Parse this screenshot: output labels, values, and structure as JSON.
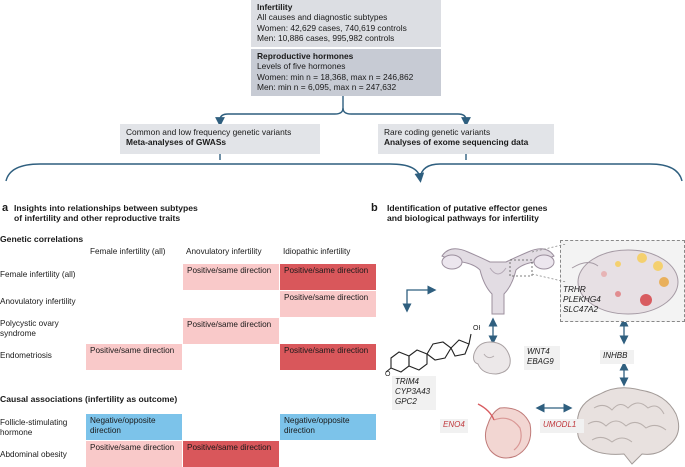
{
  "top": {
    "infertility": {
      "title": "Infertility",
      "line1": "All causes and diagnostic subtypes",
      "line2": "Women: 42,629 cases, 740,619 controls",
      "line3": "Men: 10,886 cases, 995,982 controls"
    },
    "hormones": {
      "title": "Reproductive hormones",
      "line1": "Levels of five hormones",
      "line2": "Women: min n = 18,368, max n = 246,862",
      "line3": "Men: min n = 6,095, max n = 247,632"
    }
  },
  "methods": {
    "left": {
      "line1": "Common and low frequency genetic variants",
      "line2": "Meta-analyses of GWASs"
    },
    "right": {
      "line1": "Rare coding genetic variants",
      "line2": "Analyses of exome sequencing data"
    }
  },
  "panel_a": {
    "letter": "a",
    "title_line1": "Insights into relationships between subtypes",
    "title_line2": "of infertility and other reproductive traits",
    "genetic_correlations": {
      "heading": "Genetic correlations",
      "columns": [
        "Female infertility (all)",
        "Anovulatory infertility",
        "Idiopathic infertility"
      ],
      "rows": [
        {
          "label": "Female infertility (all)",
          "cells": [
            "",
            "Positive/same direction",
            "Positive/same direction"
          ]
        },
        {
          "label": "Anovulatory infertility",
          "cells": [
            "",
            "",
            "Positive/same direction"
          ]
        },
        {
          "label_line1": "Polycystic ovary",
          "label_line2": "syndrome",
          "cells": [
            "",
            "Positive/same direction",
            ""
          ]
        },
        {
          "label": "Endometriosis",
          "cells": [
            "Positive/same direction",
            "",
            "Positive/same direction"
          ]
        }
      ]
    },
    "causal": {
      "heading": "Causal associations (infertility as outcome)",
      "rows": [
        {
          "label_line1": "Follicle-stimulating",
          "label_line2": "hormone",
          "cells": [
            "Negative/opposite direction",
            "",
            "Negative/opposite direction"
          ]
        },
        {
          "label": "Abdominal obesity",
          "cells": [
            "Positive/same direction",
            "Positive/same direction",
            ""
          ]
        }
      ]
    },
    "colors": {
      "pink": "#f9c9c9",
      "red": "#d9575b",
      "blue": "#7cc3ea"
    }
  },
  "panel_b": {
    "letter": "b",
    "title_line1": "Identification of putative effector genes",
    "title_line2": "and biological pathways for infertility",
    "genes": {
      "ovary": [
        "TRHR",
        "PLEKHG4",
        "SLC47A2"
      ],
      "steroid": [
        "TRIM4",
        "CYP3A43",
        "GPC2"
      ],
      "embryo": [
        "WNT4",
        "EBAG9"
      ],
      "pituitary": "INHBB",
      "testis": "ENO4",
      "brain": "UMODL1"
    },
    "oh_label": "OH",
    "o_label": "O"
  },
  "icons": [
    "uterus-icon",
    "ovary-icon",
    "steroid-molecule-icon",
    "embryo-icon",
    "brain-icon",
    "testis-icon"
  ]
}
